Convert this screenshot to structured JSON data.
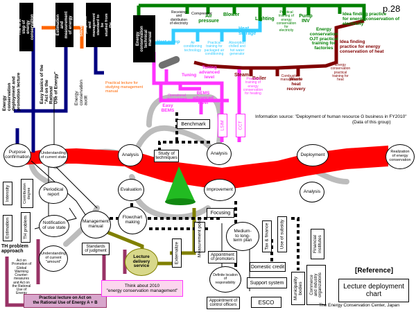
{
  "page_number": "p.28",
  "footer": {
    "reference": "[Reference]",
    "title": "Lecture deployment\nchart",
    "credit": "The Energy Conservation Center, Japan"
  },
  "source_note": {
    "line1": "Information source: \"Deployment of human resource G business in FY2010\"",
    "line2": "(Data of this group)"
  },
  "colors": {
    "red": "#ff0000",
    "gray": "#bcbcbc",
    "green": "#008000",
    "cyan": "#33ccff",
    "magenta": "#ff33ff",
    "purple": "#993366",
    "navy": "#000080",
    "olive": "#808000",
    "orange": "#ff6600",
    "maroon": "#800000",
    "cone": "#22bb22"
  },
  "top_left_boxes": {
    "first_step": "The first step of\nenergy conservation",
    "estimation": "Estimation and\nmeasurement\nof energy",
    "standards": "Standards of judgment\nand management\nstandard to be\nstudied from the\nbasics",
    "tech_manual": "Energy conservation\ntechnical manual"
  },
  "left_vertical_texts": {
    "promotion": "Energy conservation\ndeployment and\npromotion lecture",
    "easy_basics": "Easy basics of the\n\"Act on the Rational\nUse of Energy\"",
    "energy_audit": "Energy\nconservation audit",
    "practical_lecture": "Practical lecture for\nstudying management\nmanual"
  },
  "green_branch": {
    "receiving": "Receiving\nand\ndistribution\nof electricity",
    "compressor": "Compressor",
    "air_pressure": "Air\npressure",
    "blower": "Blower",
    "lighting": "Lighting",
    "practical_training": "Practical\ntraining of\nenergy\nconservation\nfor\nelectricity",
    "pump": "Pump\nINV",
    "idea_electricity": "Idea finding practice\nfor energy conservation of electricity",
    "ojt": "Energy\nconservation\nOJT practical\ntraining for\nfactories"
  },
  "cyan_branch": {
    "heat_pump": "Heat pump",
    "air_conditioning": "Air\nconditioning\ntechnology",
    "packaged_air": "Practical\ntraining for\npackaged air\nconditioning",
    "heat_storage": "Heat\nstorage",
    "absorption": "Absorption\nchilled and\nhot water\ngenerator"
  },
  "maroon_branch": {
    "idea_heat": "Idea finding\npractice for energy\nconservation of heat",
    "steam": "Steam",
    "boiler": "Boiler",
    "combustion": "Combustion\nmanagement",
    "waste_heat": "Waste\nheat\nrecovery",
    "heat_training": "Energy\nconservation\npractical\ntraining for\nheat"
  },
  "magenta_branch": {
    "tuning": "Tuning",
    "tuning_advanced": "Tuning\nadvanced\nlevel",
    "heat_practical": "Practical\ntraining of\nenergy\nconservation\nfor heating",
    "operational": "Operational\nimprovement",
    "bems": "BEMS\nadvanced level",
    "easy_bems": "Easy\nBEMS",
    "lsim": "LSIM",
    "cct": "CCT"
  },
  "main_flow": {
    "purpose": "Purpose\nconfirmation",
    "understanding_current": "Understanding\nof current state",
    "analysis_1": "Analysis",
    "evaluation": "Evaluation",
    "study_techniques": "Study of\ntechniques",
    "benchmark": "Benchmark",
    "analysis_2": "Analysis",
    "improvement": "Improvement",
    "deployment": "Deployment",
    "analysis_3": "Analysis",
    "realization": "Realization\nof energy\nconservation"
  },
  "lower_left": {
    "intensity": "Intensity",
    "contribution": "Contribution\ndegree",
    "periodical": "Periodical\nreport",
    "estimation": "Estimation",
    "th_problem": "TH problem",
    "notification": "Notification\nof use state",
    "understanding_amount": "Understanding\nof current\n\"amount\"",
    "th_approach": "TH problem\napproach",
    "act_promotion": "Act on\nPromotion of\nGlobal\nWarming\nCounter-\nmeasures\nand Act on\nthe Rational\nUse of\nEnergy",
    "practical_act": "Practical lecture on Act on\nthe Rational Use of Energy A + B"
  },
  "center": {
    "management_manual": "Management\nmanual",
    "flowchart": "Flowchart\nmaking",
    "standards_judgment": "Standards\nof judgment",
    "delivery": "Lecture\ndelivery\nservice",
    "think": "Think about 2010\n\"energy conservation management\"",
    "externalize": "Externalize",
    "measurement_policy": "Measurement\npolicy"
  },
  "lower_right": {
    "focusing": "Focusing",
    "medium_plan": "Medium-\nto long-\nterm plan",
    "tax": "Tax & finance",
    "use_subsidy": "Use of subsidy",
    "financial": "Financial\ninstitutes",
    "appointment_promoters": "Appointment\nof promoters",
    "domestic_credit": "Domestic credit",
    "municipality": "Municipality\nbodies",
    "commerce": "Commerce\nand industry\norganizations",
    "definition": "Definite location\nof\nresponsibility",
    "support": "Support system",
    "esco": "ESCO",
    "appointment_control": "Appointment of\ncontrol officers"
  }
}
